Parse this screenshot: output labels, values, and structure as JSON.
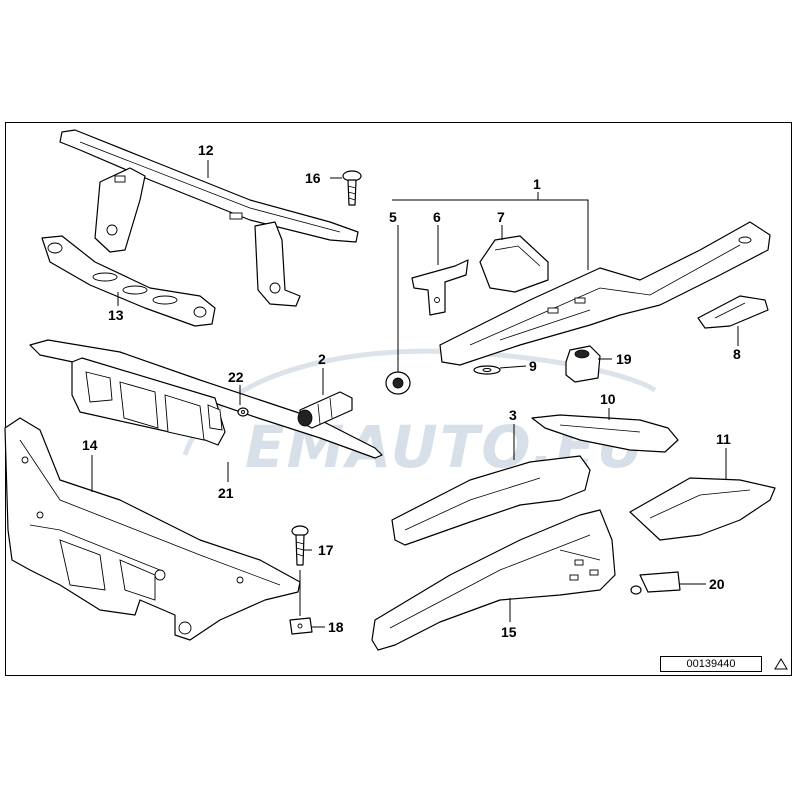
{
  "diagram": {
    "callouts": {
      "c1": "1",
      "c2": "2",
      "c3": "3",
      "c5": "5",
      "c6": "6",
      "c7": "7",
      "c8": "8",
      "c9": "9",
      "c10": "10",
      "c11": "11",
      "c12": "12",
      "c13": "13",
      "c14": "14",
      "c15": "15",
      "c16": "16",
      "c17": "17",
      "c18": "18",
      "c19": "19",
      "c20": "20",
      "c21": "21",
      "c22": "22"
    },
    "document_number": "00139440",
    "watermark": "EMAUTO.EU",
    "colors": {
      "line": "#000000",
      "background": "#ffffff",
      "watermark": "#b8c6d6"
    }
  }
}
